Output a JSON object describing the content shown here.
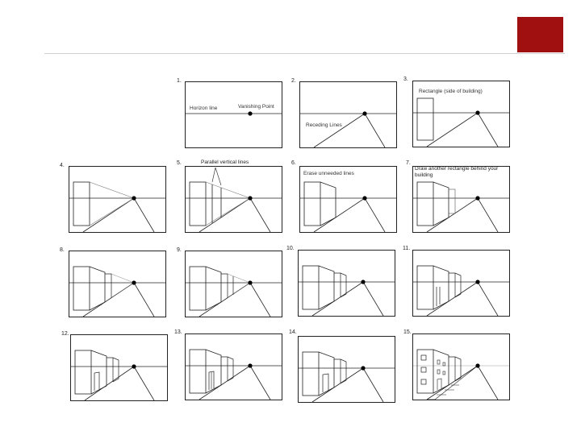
{
  "header": {
    "accent_color": "#a01010"
  },
  "steps": [
    {
      "n": "1.",
      "labels": {
        "horizon": "Horizon line",
        "vanishing": "Vanishing Point"
      }
    },
    {
      "n": "2.",
      "labels": {
        "receding": "Receding Lines"
      }
    },
    {
      "n": "3.",
      "labels": {
        "rect": "Rectangle (side of building)"
      }
    },
    {
      "n": "4."
    },
    {
      "n": "5.",
      "labels": {
        "parallel": "Parallel vertical lines"
      }
    },
    {
      "n": "6.",
      "labels": {
        "erase": "Erase unneeded lines"
      }
    },
    {
      "n": "7.",
      "labels": {
        "another1": "Draw another rectangle behind your",
        "another2": "building"
      }
    },
    {
      "n": "8."
    },
    {
      "n": "9."
    },
    {
      "n": "10."
    },
    {
      "n": "11."
    },
    {
      "n": "12."
    },
    {
      "n": "13."
    },
    {
      "n": "14."
    },
    {
      "n": "15."
    }
  ]
}
